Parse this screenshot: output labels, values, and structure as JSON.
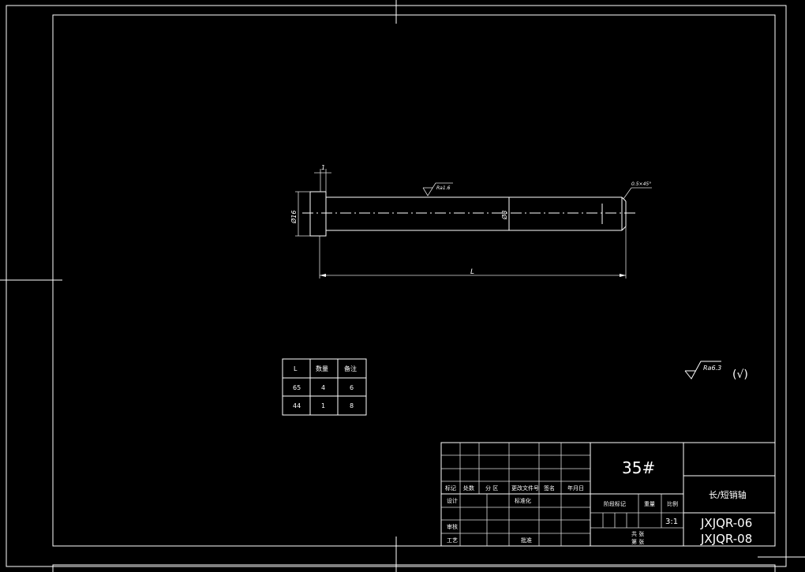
{
  "drawing": {
    "dimensions": {
      "head_thickness": "1",
      "head_diameter": "Ø16",
      "shaft_diameter": "Ø8",
      "length": "L",
      "chamfer": "0.5×45°",
      "surface_roughness_shaft": "Ra1.6"
    },
    "general_roughness": "Ra6.3",
    "general_roughness_paren": "(√)"
  },
  "size_table": {
    "headers": [
      "L",
      "数量",
      "备注"
    ],
    "rows": [
      [
        "65",
        "4",
        "6"
      ],
      [
        "44",
        "1",
        "8"
      ]
    ]
  },
  "title_block": {
    "material": "35#",
    "part_name": "长/短销轴",
    "drawing_number_1": "JXJQR-06",
    "drawing_number_2": "JXJQR-08",
    "scale": "3:1",
    "labels": {
      "mark": "标记",
      "count": "处数",
      "zone": "分 区",
      "change_doc": "更改文件号",
      "signature": "签名",
      "date": "年月日",
      "design": "设计",
      "standardization": "标准化",
      "stage_mark": "阶段标记",
      "weight": "重量",
      "scale": "比例",
      "review": "审核",
      "process": "工艺",
      "approve": "批准",
      "sheet_total": "共 张",
      "sheet_no": "第 张"
    }
  }
}
